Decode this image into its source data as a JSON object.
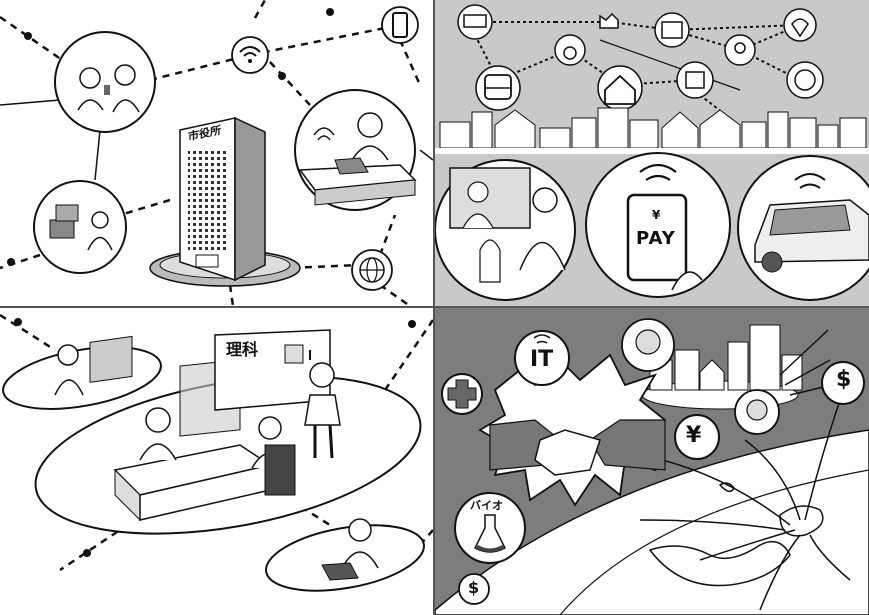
{
  "labels": {
    "city_hall": "市役所",
    "pay": "PAY",
    "phone_yen": "¥",
    "science": "理科",
    "it": "IT",
    "yen": "¥",
    "dollar_top": "$",
    "dollar_bottom": "$",
    "bio": "バイオ"
  },
  "colors": {
    "panel_gray": "#c9c9c9",
    "dark_gray": "#7d7d7d",
    "line": "#1a1a1a",
    "white": "#ffffff"
  },
  "icons": [
    "wifi-icon",
    "smartphone-icon",
    "globe-icon",
    "monitor-icon",
    "factory-icon",
    "recycle-icon",
    "wheelchair-icon",
    "home-icon",
    "map-pin-icon",
    "globe-tree-icon",
    "bus-icon",
    "medical-cross-icon",
    "flask-icon"
  ]
}
